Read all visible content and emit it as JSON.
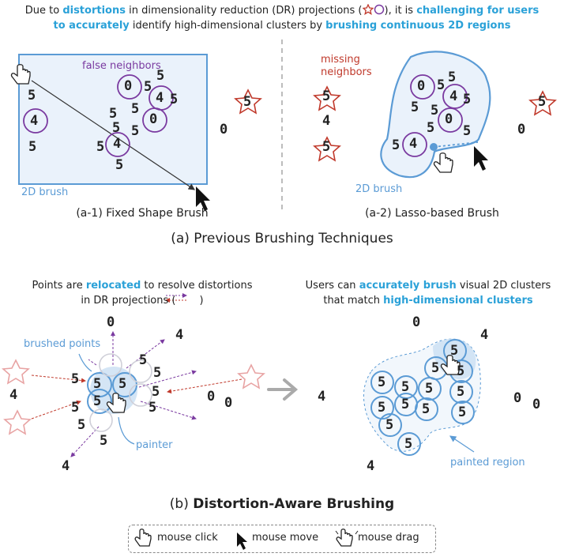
{
  "intro": {
    "p1": "Due to ",
    "h1": "distortions",
    "p2": " in dimensionality reduction (DR) projections (",
    "p3": "), it is ",
    "h2": "challenging for users",
    "h3": "to accurately",
    "p4": " identify high-dimensional clusters by ",
    "h4": "brushing continuous 2D regions"
  },
  "section_a": {
    "title": "(a) Previous Brushing Techniques",
    "left": {
      "caption": "(a-1) Fixed Shape Brush",
      "false_neighbors": "false neighbors",
      "brush_label": "2D brush"
    },
    "right": {
      "caption": "(a-2) Lasso-based Brush",
      "missing_neighbors_1": "missing",
      "missing_neighbors_2": "neighbors",
      "brush_label": "2D brush"
    }
  },
  "section_b": {
    "title_prefix": "(b) ",
    "title_bold": "Distortion-Aware Brushing",
    "left": {
      "desc_1": "Points are ",
      "desc_hl": "relocated",
      "desc_2": " to resolve distortions",
      "desc_3": "in DR projections (",
      "desc_4": ")",
      "brushed_points": "brushed points",
      "painter": "painter"
    },
    "right": {
      "desc_1": "Users can ",
      "desc_hl1": "accurately brush",
      "desc_2": " visual 2D clusters",
      "desc_3": "that match ",
      "desc_hl2": "high-dimensional clusters",
      "painted_region": "painted region"
    }
  },
  "legend": {
    "click": "mouse click",
    "move": "mouse move",
    "drag": "mouse drag"
  },
  "digits": {
    "five": "5",
    "four": "4",
    "zero": "0"
  },
  "colors": {
    "highlight": "#2aa1d8",
    "brush_blue": "#5b9bd5",
    "purple": "#7a3aa0",
    "red": "#c0392b"
  }
}
